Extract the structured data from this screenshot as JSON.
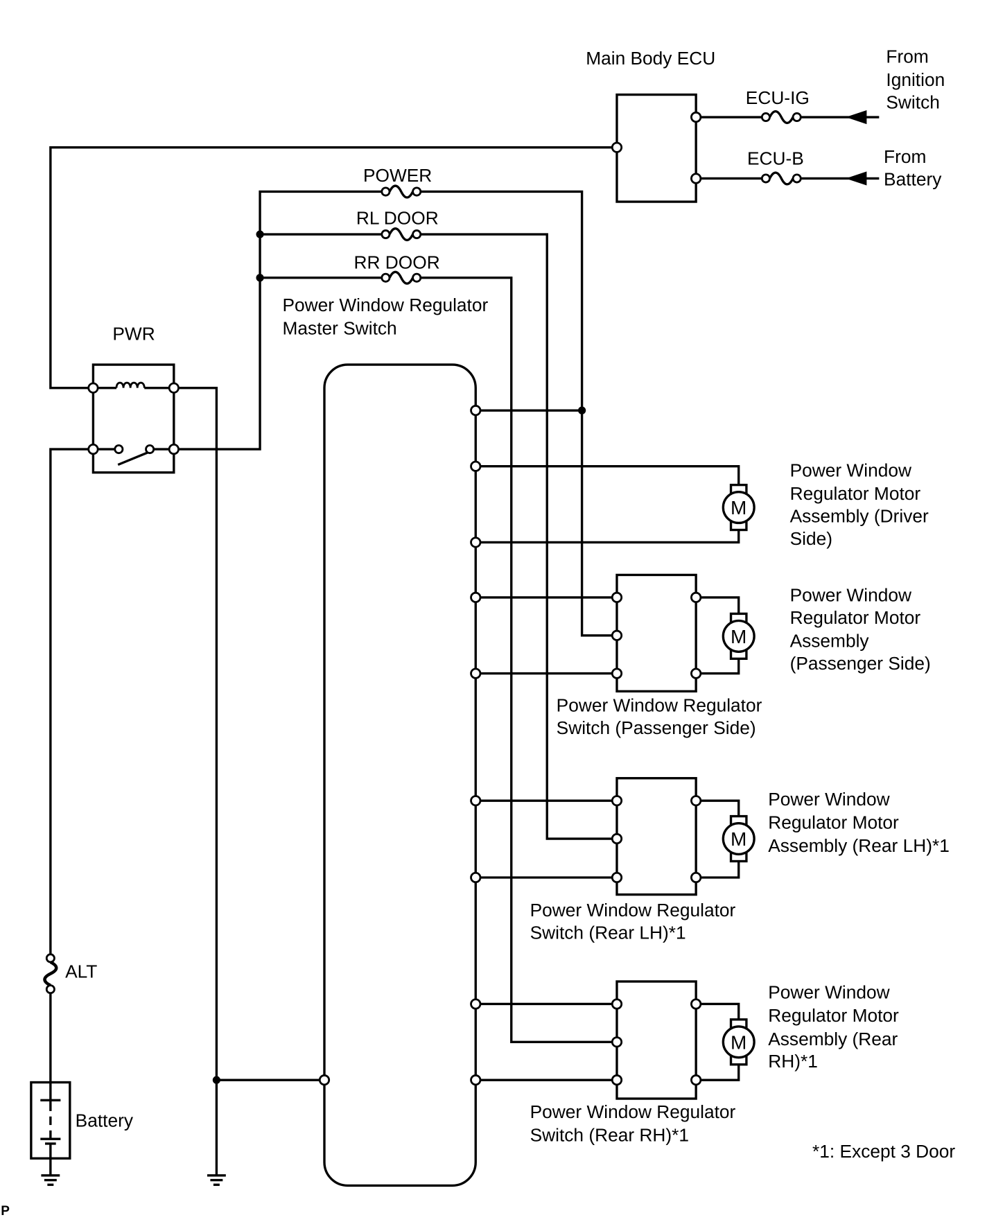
{
  "colors": {
    "ink": "#000000",
    "paper": "#ffffff"
  },
  "diagram": {
    "ecu": {
      "title": "Main Body ECU"
    },
    "from_ignition": [
      "From",
      "Ignition",
      "Switch"
    ],
    "from_battery": [
      "From",
      "Battery"
    ],
    "fuses": {
      "ecu_ig": "ECU-IG",
      "ecu_b": "ECU-B",
      "power": "POWER",
      "rl_door": "RL DOOR",
      "rr_door": "RR DOOR",
      "alt": "ALT"
    },
    "relay": "PWR",
    "master_switch": [
      "Power Window Regulator",
      "Master Switch"
    ],
    "motor_symbol": "M",
    "motors": {
      "driver": [
        "Power Window",
        "Regulator Motor",
        "Assembly (Driver",
        "Side)"
      ],
      "passenger": [
        "Power Window",
        "Regulator Motor",
        "Assembly",
        "(Passenger Side)"
      ],
      "rear_lh": [
        "Power Window",
        "Regulator Motor",
        "Assembly (Rear LH)*1"
      ],
      "rear_rh": [
        "Power Window",
        "Regulator Motor",
        "Assembly (Rear",
        "RH)*1"
      ]
    },
    "switches": {
      "passenger": [
        "Power Window Regulator",
        "Switch (Passenger Side)"
      ],
      "rear_lh": [
        "Power Window Regulator",
        "Switch (Rear LH)*1"
      ],
      "rear_rh": [
        "Power Window Regulator",
        "Switch (Rear RH)*1"
      ]
    },
    "battery": "Battery",
    "footnote": "*1: Except 3 Door",
    "corner_mark": "P"
  }
}
